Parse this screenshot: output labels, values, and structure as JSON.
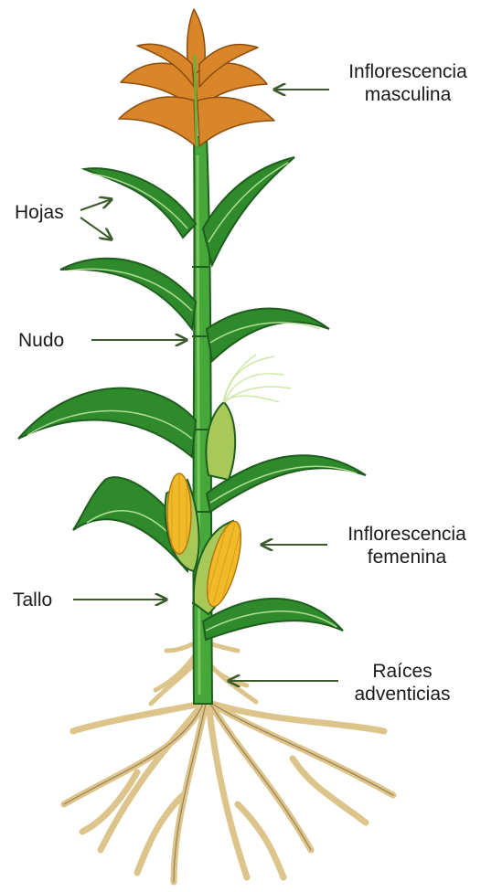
{
  "labels": {
    "male_inflorescence": [
      "Inflorescencia",
      "masculina"
    ],
    "leaves": "Hojas",
    "node": "Nudo",
    "female_inflorescence": [
      "Inflorescencia",
      "femenina"
    ],
    "stem": "Tallo",
    "adventitious_roots": [
      "Raíces",
      "adventicias"
    ]
  },
  "colors": {
    "tassel": "#d9862a",
    "leaf": "#2f8a2c",
    "leaf_dark": "#1f5e1f",
    "stem": "#46a83a",
    "corn": "#f2b928",
    "husk": "#a6c95a",
    "silk": "#cfe8a8",
    "root": "#dcc48a",
    "arrow": "#3c5a2c"
  }
}
